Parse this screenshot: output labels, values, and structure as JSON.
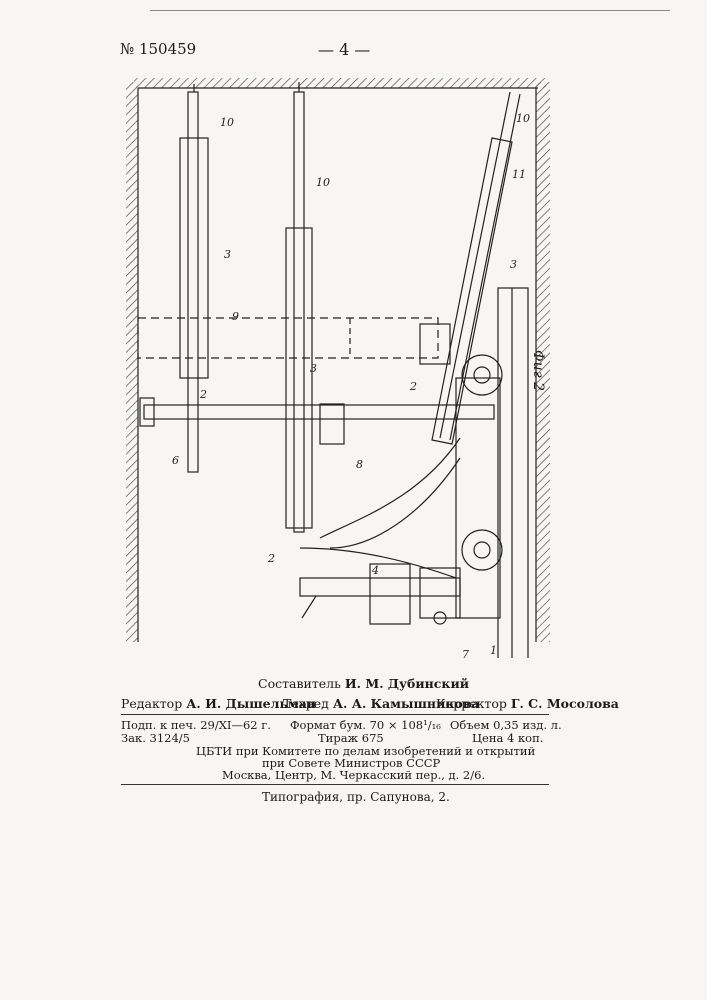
{
  "header": {
    "patent_number": "№ 150459",
    "page_number": "— 4 —"
  },
  "figure": {
    "caption": "Фиг 2",
    "part_labels": [
      "1",
      "2",
      "2",
      "2",
      "3",
      "3",
      "3",
      "4",
      "6",
      "7",
      "8",
      "9",
      "10",
      "10",
      "10",
      "11"
    ]
  },
  "credits": {
    "compiler_role": "Составитель",
    "compiler_name": "И. М. Дубинский",
    "editor_role": "Редактор",
    "editor_name": "А. И. Дышельман",
    "techred_role": "Техред",
    "techred_name": "А. А. Камышникова",
    "corrector_role": "Корректор",
    "corrector_name": "Г. С. Мосолова"
  },
  "publication": {
    "signed_to_print": "Подп. к печ. 29/XI—62 г.",
    "format": "Формат бум. 70 × 108¹/₁₆",
    "volume": "Объем 0,35 изд. л.",
    "order": "Зак. 3124/5",
    "print_run": "Тираж 675",
    "price": "Цена 4 коп.",
    "org_line1": "ЦБТИ при Комитете по делам изобретений и открытий",
    "org_line2": "при Совете Министров СССР",
    "address": "Москва, Центр, М. Черкасский пер., д. 2/6."
  },
  "footer": {
    "printing_house": "Типография, пр. Сапунова, 2."
  }
}
